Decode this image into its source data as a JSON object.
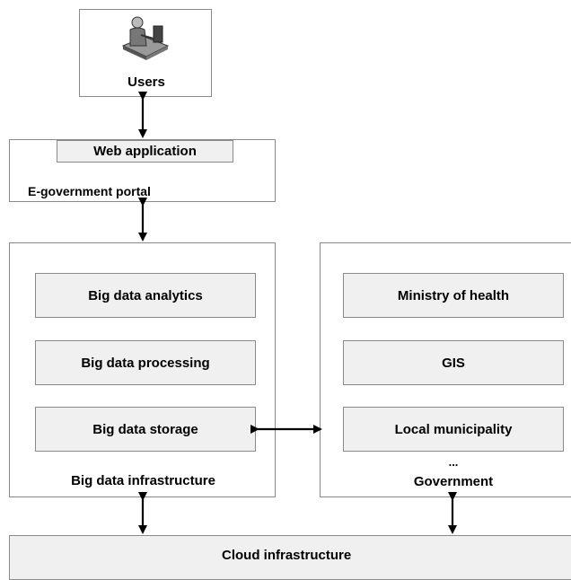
{
  "users": {
    "label": "Users",
    "icon": "user-at-computer-icon"
  },
  "portal": {
    "web_app": "Web application",
    "title": "E-government portal"
  },
  "big_data": {
    "title": "Big data infrastructure",
    "layers": [
      "Big data analytics",
      "Big data processing",
      "Big data storage"
    ]
  },
  "government": {
    "title": "Government",
    "ellipsis": "...",
    "items": [
      "Ministry of health",
      "GIS",
      "Local municipality"
    ]
  },
  "cloud": {
    "title": "Cloud infrastructure"
  }
}
